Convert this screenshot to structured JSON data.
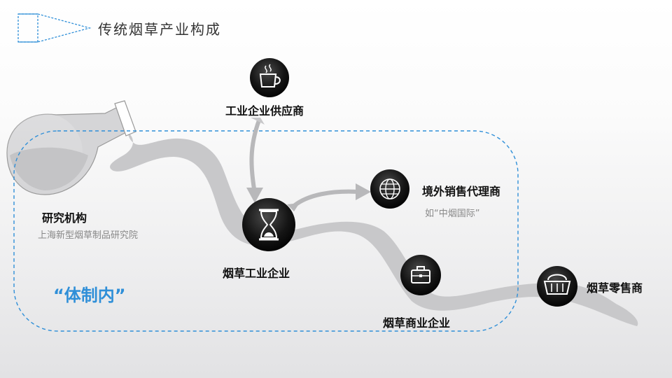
{
  "header": {
    "title": "传统烟草产业构成"
  },
  "nodes": {
    "supplier": {
      "title": "工业企业供应商",
      "icon": "coffee-cup-icon"
    },
    "research": {
      "title": "研究机构",
      "subtitle": "上海新型烟草制品研究院",
      "icon": "flask-icon"
    },
    "industry": {
      "title": "烟草工业企业",
      "icon": "hourglass-icon"
    },
    "overseas": {
      "title": "境外销售代理商",
      "subtitle": "如“中烟国际”",
      "icon": "globe-icon"
    },
    "commercial": {
      "title": "烟草商业企业",
      "icon": "briefcase-icon"
    },
    "retailer": {
      "title": "烟草零售商",
      "icon": "basket-icon"
    }
  },
  "system_label": "“体制内”",
  "colors": {
    "accent_blue": "#2f8fd8",
    "icon_dark": "#111111",
    "stream_gray": "#c8c8ca",
    "arrow_gray": "#b8b8ba",
    "subtitle_gray": "#888888"
  }
}
